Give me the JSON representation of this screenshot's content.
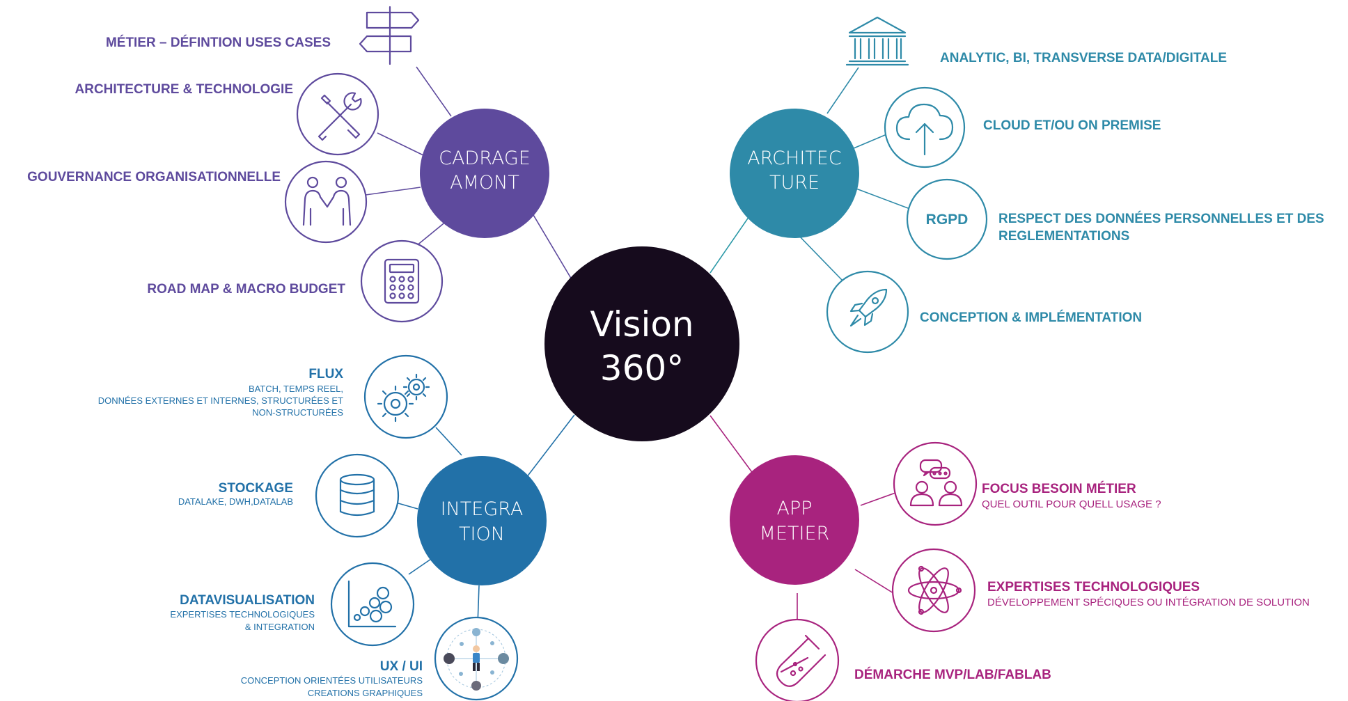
{
  "center": {
    "line1": "Vision",
    "line2": "360°"
  },
  "colors": {
    "purple": "#5e4a9d",
    "teal": "#2e8aa8",
    "blue": "#2271a8",
    "magenta": "#a8237e",
    "center": "#160b1d"
  },
  "hubs": {
    "cadrage": {
      "line1": "CADRAGE",
      "line2": "AMONT"
    },
    "architecture": {
      "line1": "ARCHITEC",
      "line2": "TURE"
    },
    "integration": {
      "line1": "INTEGRA",
      "line2": "TION"
    },
    "app": {
      "line1": "APP",
      "line2": "METIER"
    }
  },
  "cadrage_items": {
    "metier": {
      "title": "MÉTIER – DÉFINTION USES CASES",
      "icon": "signpost-icon"
    },
    "archi": {
      "title": "ARCHITECTURE & TECHNOLOGIE",
      "icon": "tools-icon"
    },
    "gouv": {
      "title": "GOUVERNANCE ORGANISATIONNELLE",
      "icon": "handshake-icon"
    },
    "roadmap": {
      "title": "ROAD MAP & MACRO BUDGET",
      "icon": "calculator-icon"
    }
  },
  "architecture_items": {
    "analytic": {
      "title": "ANALYTIC, BI, TRANSVERSE DATA/DIGITALE",
      "icon": "building-icon"
    },
    "cloud": {
      "title": "CLOUD ET/OU ON PREMISE",
      "icon": "cloud-upload-icon"
    },
    "rgpd": {
      "badge": "RGPD",
      "title1": "RESPECT DES DONNÉES PERSONNELLES ET DES",
      "title2": "REGLEMENTATIONS"
    },
    "conception": {
      "title": "CONCEPTION & IMPLÉMENTATION",
      "icon": "rocket-icon"
    }
  },
  "integration_items": {
    "flux": {
      "title": "FLUX",
      "sub1": "BATCH, TEMPS REEL,",
      "sub2": "DONNÉES EXTERNES ET INTERNES, STRUCTURÉES ET",
      "sub3": "NON-STRUCTURÉES",
      "icon": "gears-icon"
    },
    "stockage": {
      "title": "STOCKAGE",
      "sub1": "DATALAKE, DWH,DATALAB",
      "icon": "database-icon"
    },
    "dataviz": {
      "title": "DATAVISUALISATION",
      "sub1": "EXPERTISES TECHNOLOGIQUES",
      "sub2": "& INTEGRATION",
      "icon": "bubble-chart-icon"
    },
    "ux": {
      "title": "UX / UI",
      "sub1": "CONCEPTION ORIENTÉES UTILISATEURS",
      "sub2": "CREATIONS GRAPHIQUES",
      "icon": "user-network-icon"
    }
  },
  "app_items": {
    "focus": {
      "title": "FOCUS BESOIN MÉTIER",
      "sub1": "QUEL OUTIL POUR QUELL USAGE ?",
      "icon": "people-chat-icon"
    },
    "expertises": {
      "title": "EXPERTISES TECHNOLOGIQUES",
      "sub1": "DÉVELOPPEMENT SPÉCIQUES OU INTÉGRATION DE SOLUTION",
      "icon": "atom-icon"
    },
    "demarche": {
      "title": "DÉMARCHE MVP/LAB/FABLAB",
      "icon": "flask-icon"
    }
  }
}
